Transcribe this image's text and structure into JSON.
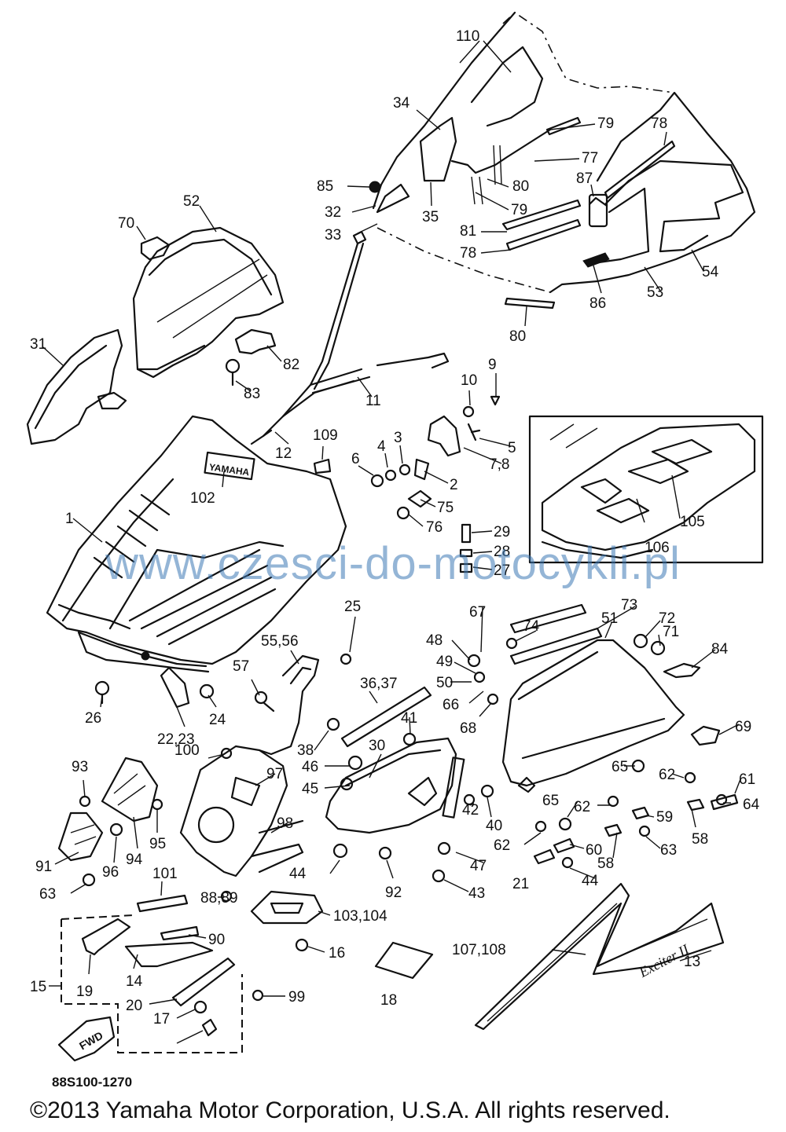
{
  "doc_number": "88S100-1270",
  "copyright": "©2013 Yamaha Motor Corporation, U.S.A. All rights reserved.",
  "watermark": "www.czesci-do-motocykli.pl",
  "emblem_text": "YAMAHA",
  "decal_text": "Exciter II",
  "arrow_text": "FWD",
  "labels": [
    "110",
    "34",
    "79",
    "78",
    "77",
    "85",
    "80",
    "87",
    "32",
    "35",
    "79",
    "33",
    "81",
    "78",
    "54",
    "86",
    "53",
    "80",
    "52",
    "70",
    "31",
    "82",
    "83",
    "11",
    "9",
    "10",
    "5",
    "12",
    "109",
    "7,8",
    "6",
    "4",
    "3",
    "2",
    "102",
    "1",
    "75",
    "76",
    "29",
    "106",
    "105",
    "28",
    "27",
    "25",
    "73",
    "67",
    "74",
    "51",
    "72",
    "71",
    "48",
    "84",
    "55,56",
    "49",
    "57",
    "50",
    "36,37",
    "66",
    "68",
    "26",
    "24",
    "69",
    "22,23",
    "41",
    "38",
    "30",
    "46",
    "100",
    "97",
    "65",
    "62",
    "93",
    "45",
    "61",
    "42",
    "40",
    "65",
    "62",
    "64",
    "59",
    "98",
    "58",
    "91",
    "96",
    "94",
    "95",
    "62",
    "60",
    "63",
    "47",
    "44",
    "58",
    "63",
    "92",
    "43",
    "44",
    "21",
    "101",
    "88,89",
    "103,104",
    "107,108",
    "13",
    "15",
    "19",
    "90",
    "16",
    "14",
    "20",
    "99",
    "18",
    "17"
  ]
}
